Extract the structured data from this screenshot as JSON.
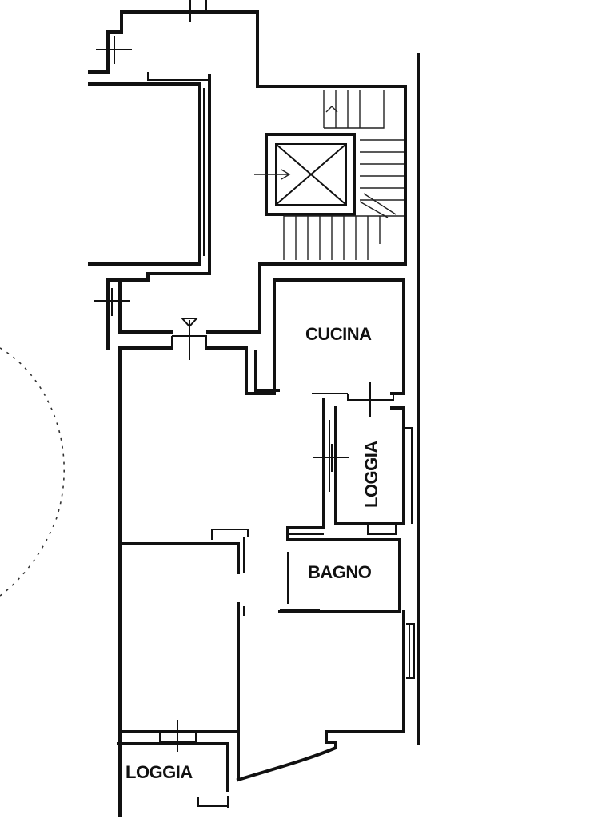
{
  "rooms": {
    "cucina": "CUCINA",
    "loggia_side": "LOGGIA",
    "bagno": "BAGNO",
    "loggia_bottom": "LOGGIA"
  }
}
